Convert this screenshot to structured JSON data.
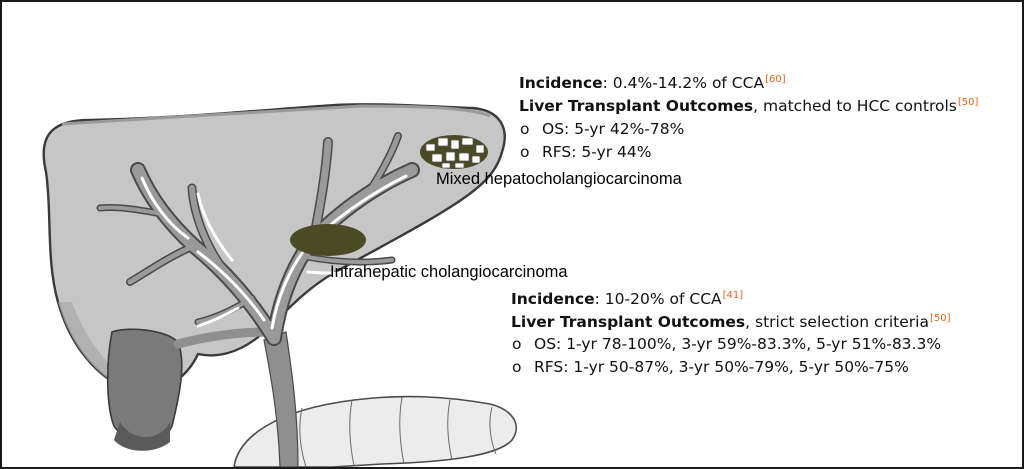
{
  "colors": {
    "liver": "#c6c6c6",
    "outline": "#3a3a3a",
    "duct": "#8f8f8f",
    "tumor": "#4b4a24",
    "gallbladder": "#7a7a7a",
    "reference": "#e0661f"
  },
  "labels": {
    "mixed": "Mixed hepatocholangiocarcinoma",
    "intrahepatic": "Intrahepatic cholangiocarcinoma"
  },
  "mixed_info": {
    "incidence_label": "Incidence",
    "incidence_text": ": 0.4%-14.2% of CCA",
    "incidence_ref": "[60]",
    "outcomes_label": "Liver Transplant Outcomes",
    "outcomes_text": ", matched to HCC controls",
    "outcomes_ref": "[50]",
    "bullets": [
      {
        "marker": "o",
        "text": "OS: 5-yr 42%-78%"
      },
      {
        "marker": "o",
        "text": "RFS: 5-yr 44%"
      }
    ]
  },
  "intrahepatic_info": {
    "incidence_label": "Incidence",
    "incidence_text": ": 10-20% of CCA",
    "incidence_ref": "[41]",
    "outcomes_label": "Liver Transplant Outcomes",
    "outcomes_text": ", strict selection criteria",
    "outcomes_ref": "[50]",
    "bullets": [
      {
        "marker": "o",
        "text": "OS: 1-yr 78-100%, 3-yr 59%-83.3%, 5-yr 51%-83.3%"
      },
      {
        "marker": "o",
        "text": "RFS: 1-yr 50-87%, 3-yr 50%-79%, 5-yr 50%-75%"
      }
    ]
  }
}
